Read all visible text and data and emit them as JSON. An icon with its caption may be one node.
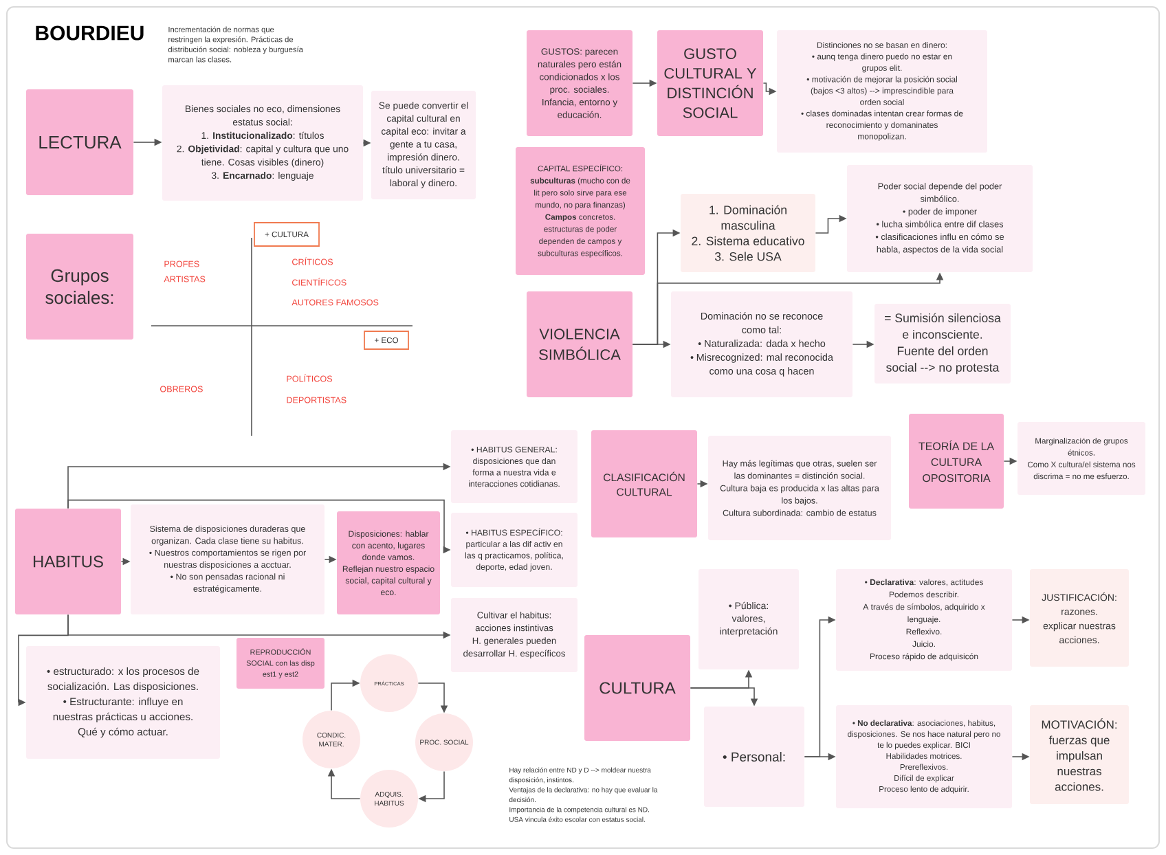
{
  "diagram": {
    "title": "BOURDIEU",
    "nodes": [
      {
        "text": [
          "LECTURA"
        ]
      },
      {
        "text": [
          "Bienes sociales no eco, dimensiones estatus social:",
          "1. **Institucionalizado**: títulos",
          "2. **Objetividad**: capital y cultura que uno tiene. Cosas visibles (dinero)",
          "3. **Encarnado**: lenguaje"
        ]
      },
      {
        "text": [
          "Se puede convertir el capital cultural en capital eco: invitar a gente a tu casa, impresión dinero. título universitario = laboral y dinero."
        ]
      },
      {
        "text": [
          "Grupos sociales:"
        ]
      },
      {
        "text": [
          "+ CULTURA"
        ]
      },
      {
        "text": [
          "+ ECO"
        ]
      },
      {
        "text": [
          "GUSTOS: parecen naturales pero están condicionados x los proc. sociales.",
          "Infancia, entorno y educación."
        ]
      },
      {
        "text": [
          "GUSTO CULTURAL Y DISTINCIÓN SOCIAL"
        ]
      },
      {
        "text": [
          "Distinciones no se basan en dinero:",
          "• aunq tenga dinero puedo no estar en grupos elit.",
          "• motivación de mejorar la posición social (bajos <3 altos) --> imprescindible para orden social",
          "• clases dominadas intentan crear formas de reconocimiento y domaninates monopolizan."
        ]
      },
      {
        "text": [
          "CAPITAL ESPECÍFICO:",
          "**subculturas** (mucho con de lit pero solo sirve para ese mundo, no para finanzas)",
          "**Campos** concretos.",
          "estructuras de poder dependen de campos y subculturas específicos."
        ]
      },
      {
        "text": [
          "1. Dominación masculina",
          "2. Sistema educativo",
          "3. Sele USA"
        ]
      },
      {
        "text": [
          "Poder social depende del poder simbólico.",
          "• poder de imponer",
          "• lucha simbólica entre dif clases",
          "• clasificaciones influ en cómo se habla, aspectos de la vida social"
        ]
      },
      {
        "text": [
          "VIOLENCIA SIMBÓLICA"
        ]
      },
      {
        "text": [
          "Dominación no se reconoce como tal:",
          "• Naturalizada: dada x hecho",
          "• Misrecognized: mal reconocida como una cosa q hacen"
        ]
      },
      {
        "text": [
          "= Sumisión silenciosa e inconsciente.",
          "Fuente del orden social --> no protesta"
        ]
      },
      {
        "text": [
          "TEORÍA DE LA CULTURA OPOSITORIA"
        ]
      },
      {
        "text": [
          "Marginalización de grupos étnicos.",
          "Como X cultura/el sistema nos discrima = no me esfuerzo."
        ]
      },
      {
        "text": [
          "CLASIFICACIÓN CULTURAL"
        ]
      },
      {
        "text": [
          "Hay más legítimas que otras, suelen ser las dominantes = distinción social.",
          "Cultura baja es producida x las altas para los bajos.",
          "Cultura subordinada: cambio de estatus"
        ]
      },
      {
        "text": [
          "HABITUS"
        ]
      },
      {
        "text": [
          "Sistema de disposiciones duraderas que organizan. Cada clase tiene su habitus.",
          "• Nuestros comportamientos se rigen por nuestras disposiciones a acctuar.",
          "• No son pensadas racional ni estratégicamente."
        ]
      },
      {
        "text": [
          "Disposiciones: hablar con acento, lugares donde vamos.",
          "Reflejan nuestro espacio social, capital cultural y eco."
        ]
      },
      {
        "text": [
          "• HABITUS GENERAL: disposiciones que dan forma a nuestra vida e interacciones cotidianas."
        ]
      },
      {
        "text": [
          "• HABITUS ESPECÍFICO: particular a las dif activ en las q practicamos, política, deporte, edad joven."
        ]
      },
      {
        "text": [
          "Cultivar el habitus: acciones instintivas",
          "H. generales pueden desarrollar H. específicos"
        ]
      },
      {
        "text": [
          "• estructurado: x los procesos de socialización. Las disposiciones.",
          "• Estructurante: influye en nuestras prácticas u acciones. Qué y cómo actuar."
        ]
      },
      {
        "text": [
          "REPRODUCCIÓN SOCIAL con las disp est1 y est2"
        ]
      },
      {
        "text": [
          "PRÁCTICAS"
        ]
      },
      {
        "text": [
          "CONDIC. MATER."
        ]
      },
      {
        "text": [
          "PROC. SOCIAL"
        ]
      },
      {
        "text": [
          "ADQUIS. HABITUS"
        ]
      },
      {
        "text": [
          "CULTURA"
        ]
      },
      {
        "text": [
          "• Pública: valores, interpretación"
        ]
      },
      {
        "text": [
          "• Personal:"
        ]
      },
      {
        "text": [
          "• **Declarativa**: valores, actitudes",
          "Podemos describir.",
          "A través de símbolos, adquirido x lenguaje.",
          "Reflexivo.",
          "Juicio.",
          "Proceso rápido de adquisicón"
        ]
      },
      {
        "text": [
          "JUSTIFICACIÓN:",
          "razones.",
          "explicar nuestras acciones."
        ]
      },
      {
        "text": [
          "• **No declarativa**: asociaciones, habitus, disposiciones. Se nos hace natural pero no te lo puedes explicar. BICI",
          "Habilidades motrices.",
          "Prereflexivos.",
          "Difícil de explicar",
          "Proceso lento de adquirir."
        ]
      },
      {
        "text": [
          "MOTIVACIÓN:",
          "fuerzas que impulsan nuestras acciones."
        ]
      }
    ],
    "edges": [
      {
        "from": 0,
        "to": 1,
        "arrow": "to"
      },
      {
        "from": 1,
        "to": 2,
        "arrow": "to"
      },
      {
        "from": 6,
        "to": 7,
        "arrow": "to"
      },
      {
        "from": 7,
        "to": 8,
        "arrow": "to"
      },
      {
        "from": 10,
        "to": 11,
        "arrow": "to"
      },
      {
        "from": 12,
        "to": 13,
        "arrow": "to"
      },
      {
        "from": 12,
        "to": 10,
        "arrow": "to"
      },
      {
        "from": 12,
        "to": 11,
        "arrow": "to"
      },
      {
        "from": 13,
        "to": 14,
        "arrow": "to"
      },
      {
        "from": 15,
        "to": 16,
        "arrow": "to"
      },
      {
        "from": 17,
        "to": 18,
        "arrow": "to"
      },
      {
        "from": 19,
        "to": 20,
        "arrow": "to"
      },
      {
        "from": 20,
        "to": 21,
        "arrow": "to"
      },
      {
        "from": 19,
        "to": 22,
        "arrow": "to"
      },
      {
        "from": 19,
        "to": 23,
        "arrow": "to"
      },
      {
        "from": 19,
        "to": 24,
        "arrow": "to"
      },
      {
        "from": 19,
        "to": 25,
        "arrow": "to"
      },
      {
        "from": 28,
        "to": 27,
        "arrow": "to"
      },
      {
        "from": 27,
        "to": 29,
        "arrow": "to"
      },
      {
        "from": 29,
        "to": 30,
        "arrow": "to"
      },
      {
        "from": 30,
        "to": 28,
        "arrow": "to"
      },
      {
        "from": 31,
        "to": 32,
        "arrow": "to"
      },
      {
        "from": 31,
        "to": 33,
        "arrow": "to"
      },
      {
        "from": 33,
        "to": 34,
        "arrow": "to"
      },
      {
        "from": 33,
        "to": 36,
        "arrow": "to"
      },
      {
        "from": 34,
        "to": 35,
        "arrow": "to"
      },
      {
        "from": 36,
        "to": 37,
        "arrow": "to"
      }
    ],
    "labels": [
      "Incrementación de normas que restringen la expresión. Prácticas de distribución social: nobleza y burguesía marcan las clases.",
      "PROFES",
      "ARTISTAS",
      "CRÍTICOS",
      "CIENTÍFICOS",
      "AUTORES FAMOSOS",
      "OBREROS",
      "POLÍTICOS",
      "DEPORTISTAS",
      "Hay relación entre ND y D --> moldear nuestra disposición, instintos.",
      "Ventajas de la declarativa: no hay que evaluar la decisión.",
      "Importancia de la competencia cultural es ND.",
      "USA vincula éxito escolar con estatus social."
    ]
  }
}
